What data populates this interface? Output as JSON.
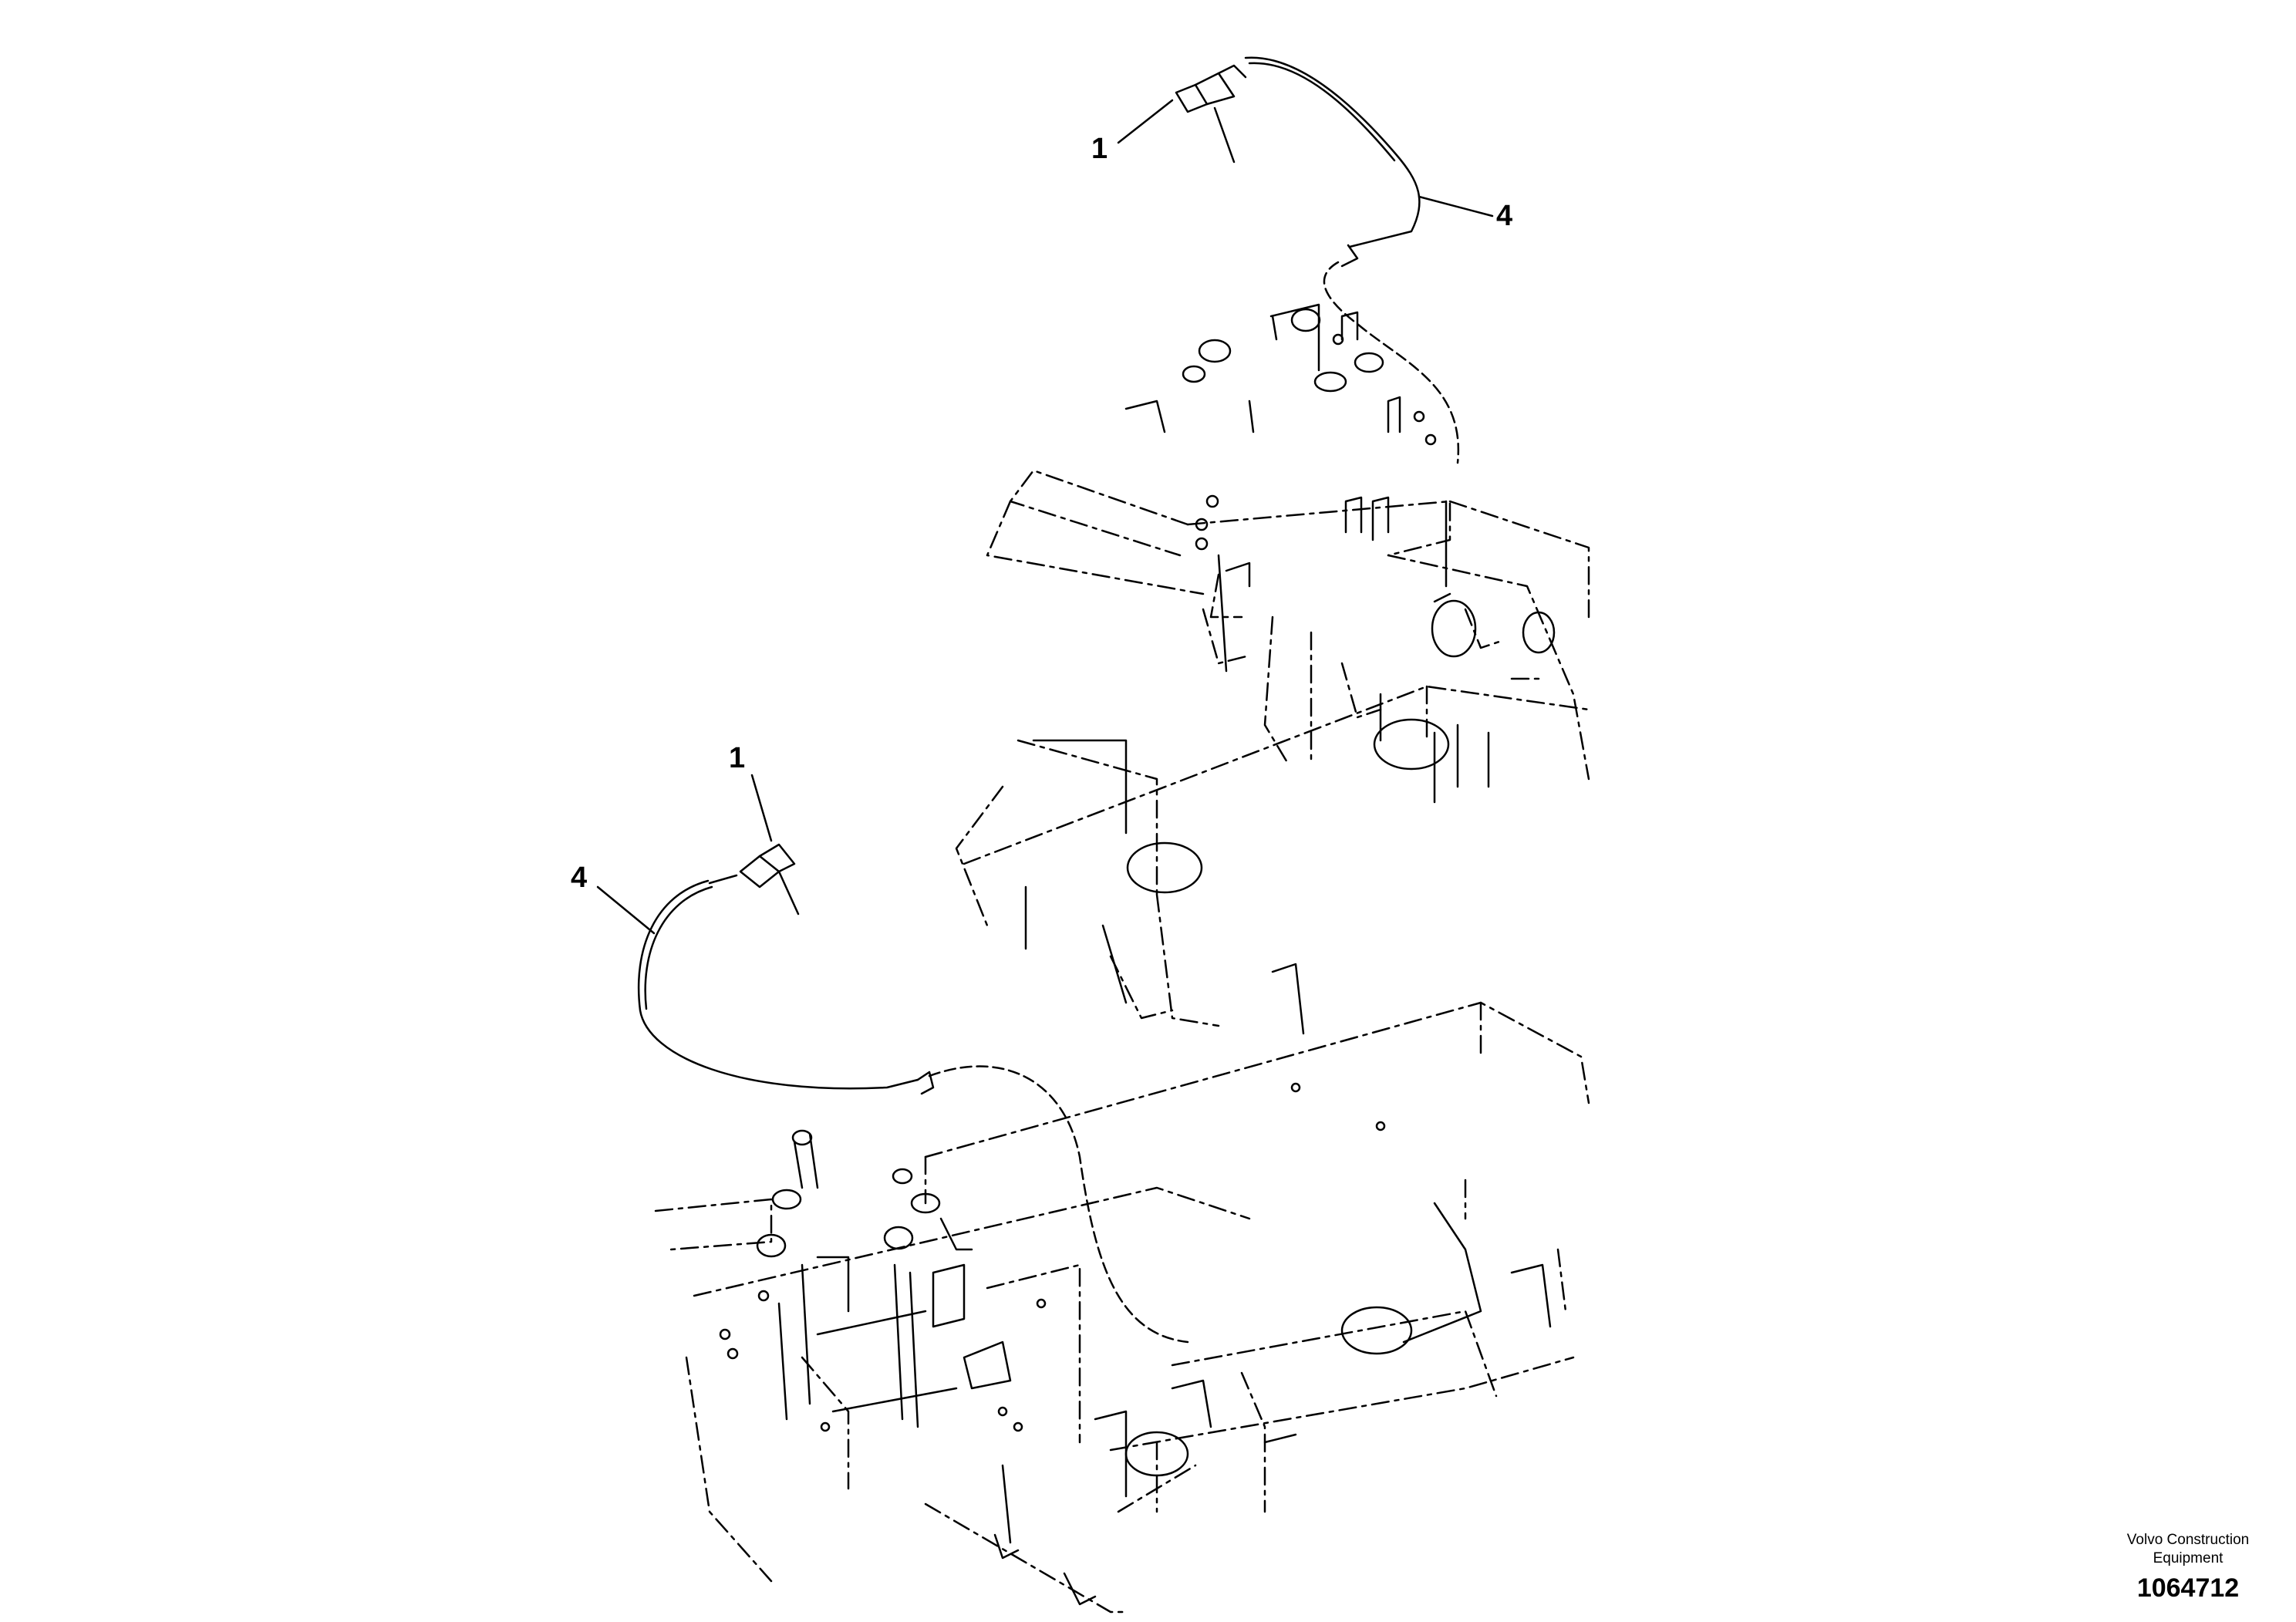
{
  "callouts": {
    "upper_1": "1",
    "upper_4": "4",
    "lower_1": "1",
    "lower_4": "4"
  },
  "footer": {
    "brand_line1": "Volvo Construction",
    "brand_line2": "Equipment",
    "doc_number": "1064712"
  }
}
